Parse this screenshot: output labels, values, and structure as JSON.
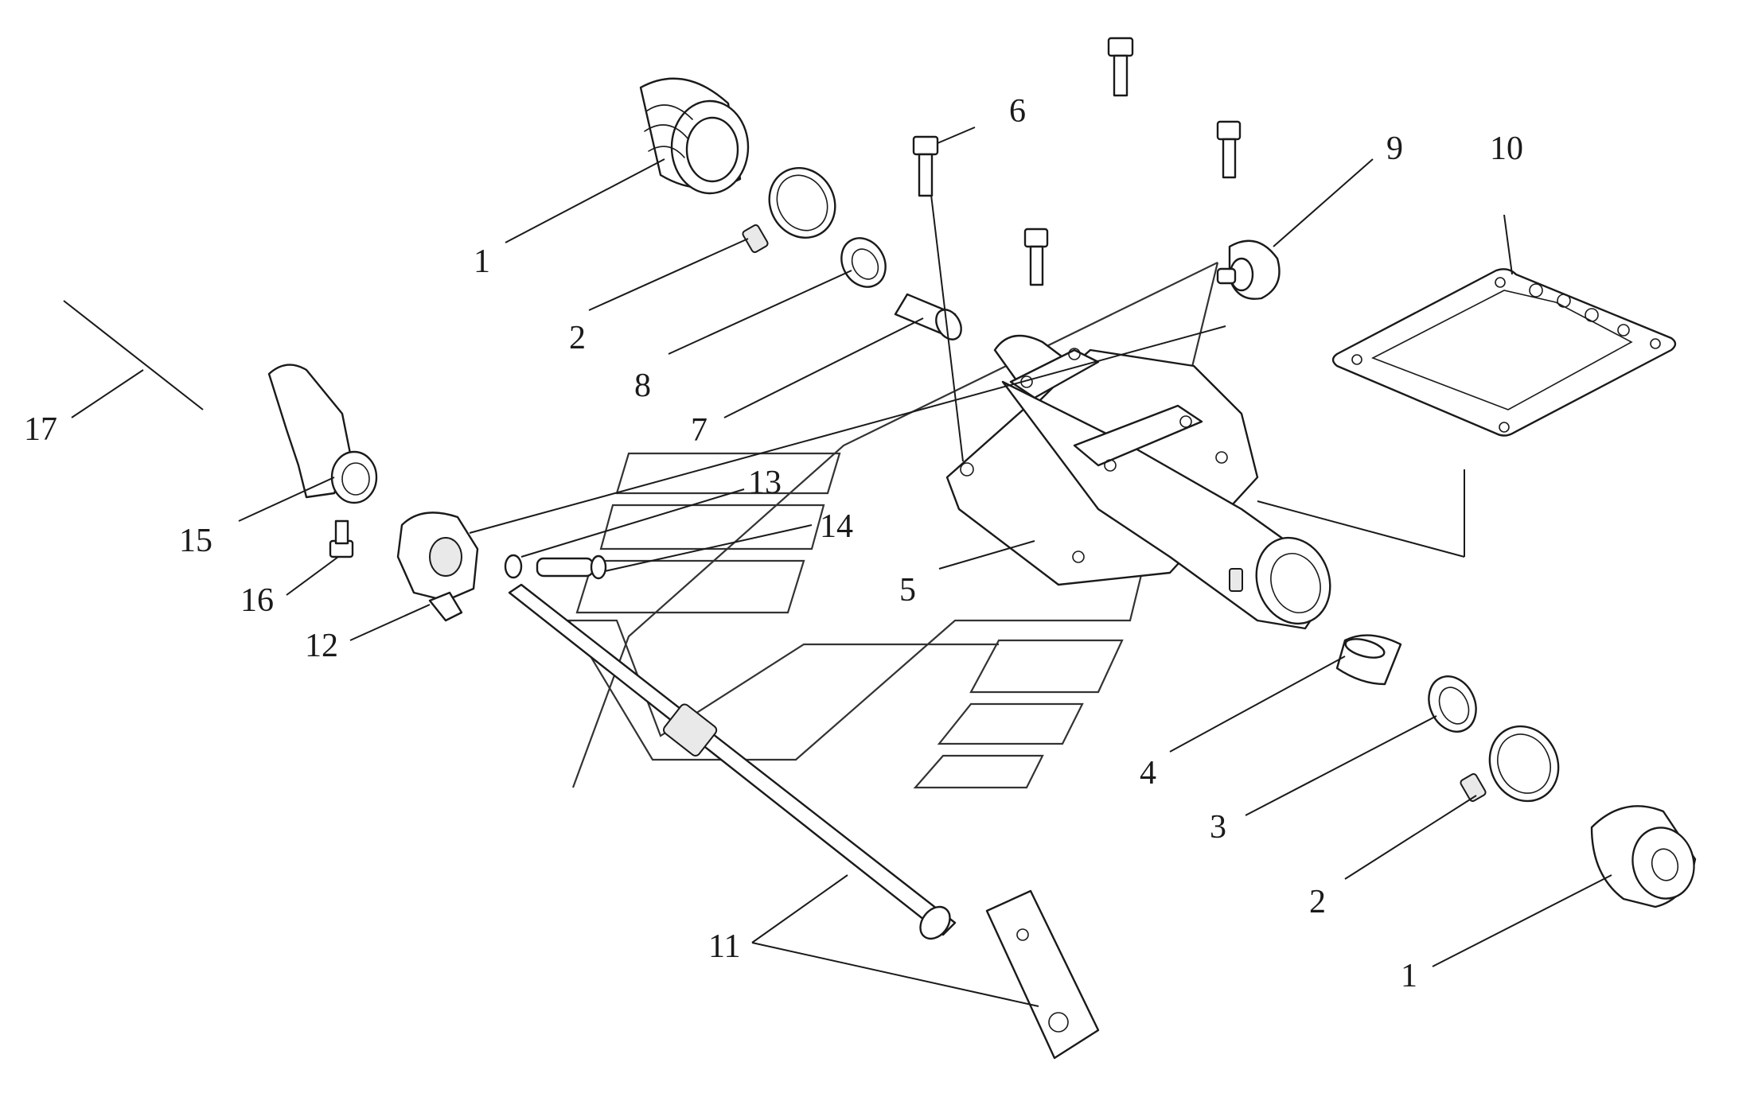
{
  "diagram": {
    "callouts": [
      {
        "id": "c1a",
        "text": "1"
      },
      {
        "id": "c2a",
        "text": "2"
      },
      {
        "id": "c8",
        "text": "8"
      },
      {
        "id": "c7",
        "text": "7"
      },
      {
        "id": "c6",
        "text": "6"
      },
      {
        "id": "c9",
        "text": "9"
      },
      {
        "id": "c10",
        "text": "10"
      },
      {
        "id": "c17",
        "text": "17"
      },
      {
        "id": "c15",
        "text": "15"
      },
      {
        "id": "c16",
        "text": "16"
      },
      {
        "id": "c12",
        "text": "12"
      },
      {
        "id": "c13",
        "text": "13"
      },
      {
        "id": "c14",
        "text": "14"
      },
      {
        "id": "c5",
        "text": "5"
      },
      {
        "id": "c4",
        "text": "4"
      },
      {
        "id": "c3",
        "text": "3"
      },
      {
        "id": "c2b",
        "text": "2"
      },
      {
        "id": "c1b",
        "text": "1"
      },
      {
        "id": "c11",
        "text": "11"
      }
    ]
  }
}
